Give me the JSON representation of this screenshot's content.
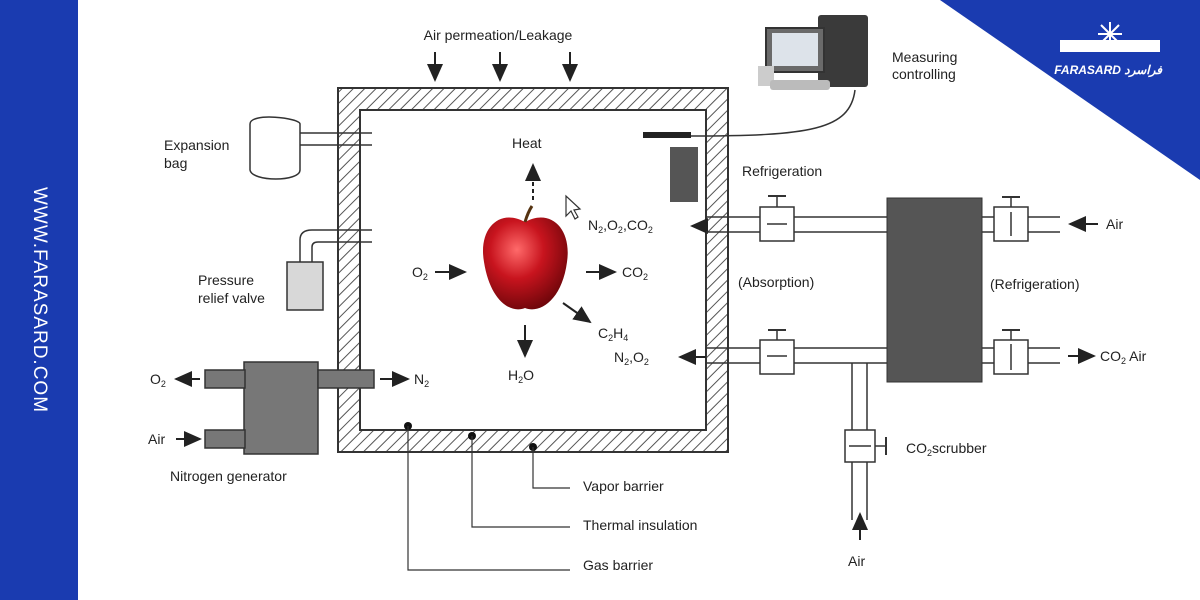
{
  "site": {
    "vertical_text": "WWW.FARASARD.COM",
    "brand": "FARASARD",
    "brand_script": "فراسرد"
  },
  "colors": {
    "band_blue": "#1a3bb0",
    "hatch": "#555555",
    "apple_red": "#c8141e",
    "box_gray": "#555555"
  },
  "labels": {
    "air_permeation": "Air permeation/Leakage",
    "measuring": "Measuring",
    "controlling": "controlling",
    "expansion_1": "Expansion",
    "expansion_2": "bag",
    "pressure_1": "Pressure",
    "pressure_2": "relief valve",
    "heat": "Heat",
    "o2_in": "O",
    "co2_out": "CO",
    "c2h4_out": "C",
    "h2o_out": "H",
    "n2o2co2_in": "N",
    "n2o2_out": "N",
    "n2_gen_out": "N",
    "o2_gen_out": "O",
    "air_gen_in": "Air",
    "nitrogen_generator": "Nitrogen generator",
    "refrigeration_top": "Refrigeration",
    "absorption": "(Absorption)",
    "refrigeration_mid": "(Refrigeration)",
    "air_right_in": "Air",
    "co2_air_out": "CO",
    "co2_air_out_2": "Air",
    "co2_scrubber": "CO",
    "co2_scrubber_2": "scrubber",
    "air_bottom": "Air",
    "vapor_barrier": "Vapor barrier",
    "thermal_insulation": "Thermal insulation",
    "gas_barrier": "Gas barrier"
  }
}
